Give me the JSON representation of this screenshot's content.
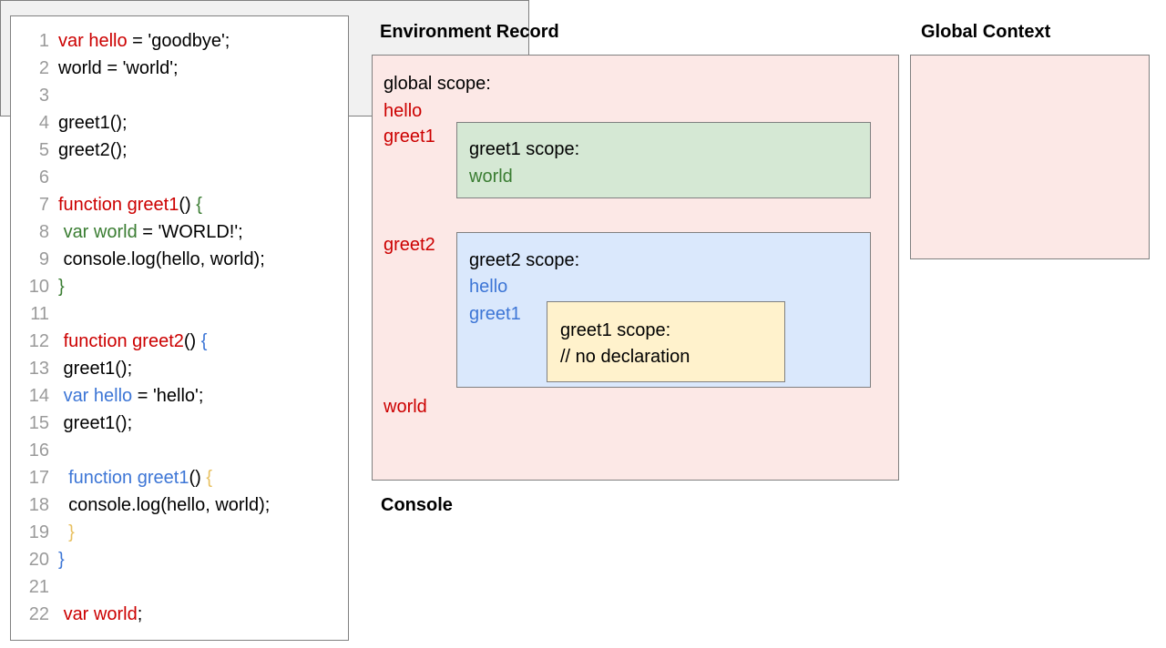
{
  "code_panel": {
    "name": "javascript-source-code",
    "lines": [
      {
        "num": "1",
        "tokens": [
          {
            "t": "var hello",
            "c": "red"
          },
          {
            "t": " = 'goodbye';",
            "c": "black"
          }
        ]
      },
      {
        "num": "2",
        "tokens": [
          {
            "t": "world = 'world';",
            "c": "black"
          }
        ]
      },
      {
        "num": "3",
        "tokens": [
          {
            "t": "",
            "c": "black"
          }
        ]
      },
      {
        "num": "4",
        "tokens": [
          {
            "t": "greet1();",
            "c": "black"
          }
        ]
      },
      {
        "num": "5",
        "tokens": [
          {
            "t": "greet2();",
            "c": "black"
          }
        ]
      },
      {
        "num": "6",
        "tokens": [
          {
            "t": "",
            "c": "black"
          }
        ]
      },
      {
        "num": "7",
        "tokens": [
          {
            "t": "function greet1",
            "c": "red"
          },
          {
            "t": "() ",
            "c": "black"
          },
          {
            "t": "{",
            "c": "green"
          }
        ]
      },
      {
        "num": "8",
        "tokens": [
          {
            "t": " ",
            "c": "black"
          },
          {
            "t": "var world",
            "c": "green"
          },
          {
            "t": " = 'WORLD!';",
            "c": "black"
          }
        ]
      },
      {
        "num": "9",
        "tokens": [
          {
            "t": " console.log(hello, world);",
            "c": "black"
          }
        ]
      },
      {
        "num": "10",
        "tokens": [
          {
            "t": "}",
            "c": "green"
          }
        ]
      },
      {
        "num": "11",
        "tokens": [
          {
            "t": "",
            "c": "black"
          }
        ]
      },
      {
        "num": "12",
        "tokens": [
          {
            "t": " ",
            "c": "black"
          },
          {
            "t": "function greet2",
            "c": "red"
          },
          {
            "t": "() ",
            "c": "black"
          },
          {
            "t": "{",
            "c": "blue"
          }
        ]
      },
      {
        "num": "13",
        "tokens": [
          {
            "t": " greet1();",
            "c": "black"
          }
        ]
      },
      {
        "num": "14",
        "tokens": [
          {
            "t": " ",
            "c": "black"
          },
          {
            "t": "var hello",
            "c": "blue"
          },
          {
            "t": " = 'hello';",
            "c": "black"
          }
        ]
      },
      {
        "num": "15",
        "tokens": [
          {
            "t": " greet1();",
            "c": "black"
          }
        ]
      },
      {
        "num": "16",
        "tokens": [
          {
            "t": "",
            "c": "black"
          }
        ]
      },
      {
        "num": "17",
        "tokens": [
          {
            "t": "  ",
            "c": "black"
          },
          {
            "t": "function greet1",
            "c": "blue"
          },
          {
            "t": "() ",
            "c": "black"
          },
          {
            "t": "{",
            "c": "yellow"
          }
        ]
      },
      {
        "num": "18",
        "tokens": [
          {
            "t": "  console.log(hello, world);",
            "c": "black"
          }
        ]
      },
      {
        "num": "19",
        "tokens": [
          {
            "t": "  ",
            "c": "black"
          },
          {
            "t": "}",
            "c": "yellow"
          }
        ]
      },
      {
        "num": "20",
        "tokens": [
          {
            "t": "}",
            "c": "blue"
          }
        ]
      },
      {
        "num": "21",
        "tokens": [
          {
            "t": "",
            "c": "black"
          }
        ]
      },
      {
        "num": "22",
        "tokens": [
          {
            "t": " ",
            "c": "black"
          },
          {
            "t": "var world",
            "c": "red"
          },
          {
            "t": ";",
            "c": "black"
          }
        ]
      }
    ]
  },
  "environment_record": {
    "title": "Environment Record",
    "global_scope_label": "global scope:",
    "global_bindings": [
      "hello",
      "greet1",
      "greet2",
      "world"
    ],
    "greet1_scope": {
      "title": "greet1 scope:",
      "bindings": [
        "world"
      ]
    },
    "greet2_scope": {
      "title": "greet2 scope:",
      "bindings": [
        "hello",
        "greet1"
      ],
      "inner_greet1_scope": {
        "title": "greet1 scope:",
        "note": "// no declaration"
      }
    }
  },
  "global_context": {
    "title": "Global Context",
    "content": ""
  },
  "console": {
    "title": "Console",
    "content": ""
  },
  "colors": {
    "pink": "#fce8e6",
    "green": "#d5e8d4",
    "blue": "#dae8fc",
    "yellow": "#fff2cc",
    "console_grey": "#f1f1f1",
    "border_grey": "#808080",
    "token_red": "#cc0000",
    "token_green": "#3a7d32",
    "token_blue": "#3d76d6",
    "token_yellow": "#e8c060",
    "line_number_grey": "#9a9a9a"
  }
}
